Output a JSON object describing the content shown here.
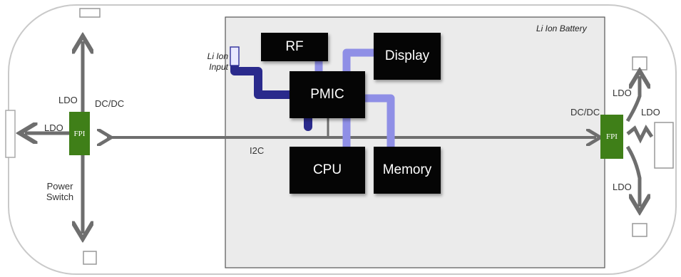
{
  "diagram": {
    "battery_label": "Li Ion Battery",
    "input_label": "Li Ion\nInput",
    "chips": {
      "rf": "RF",
      "display": "Display",
      "pmic": "PMIC",
      "cpu": "CPU",
      "memory": "Memory"
    },
    "fpi_left": "FPI",
    "fpi_right": "FPI",
    "left_labels": {
      "ldo_top": "LDO",
      "dcdc": "DC/DC",
      "ldo_left": "LDO",
      "power_switch": "Power\nSwitch"
    },
    "right_labels": {
      "ldo_top": "LDO",
      "dcdc": "DC/DC",
      "ldo_right": "LDO",
      "ldo_bottom": "LDO"
    },
    "bus_label": "I2C",
    "colors": {
      "bus_dark": "#2a2a8c",
      "bus_light": "#8f8fe6",
      "chip": "#050505",
      "fpi": "#3f7f18",
      "battery_panel": "#ebebeb",
      "arrow": "#6e6e6e"
    }
  }
}
